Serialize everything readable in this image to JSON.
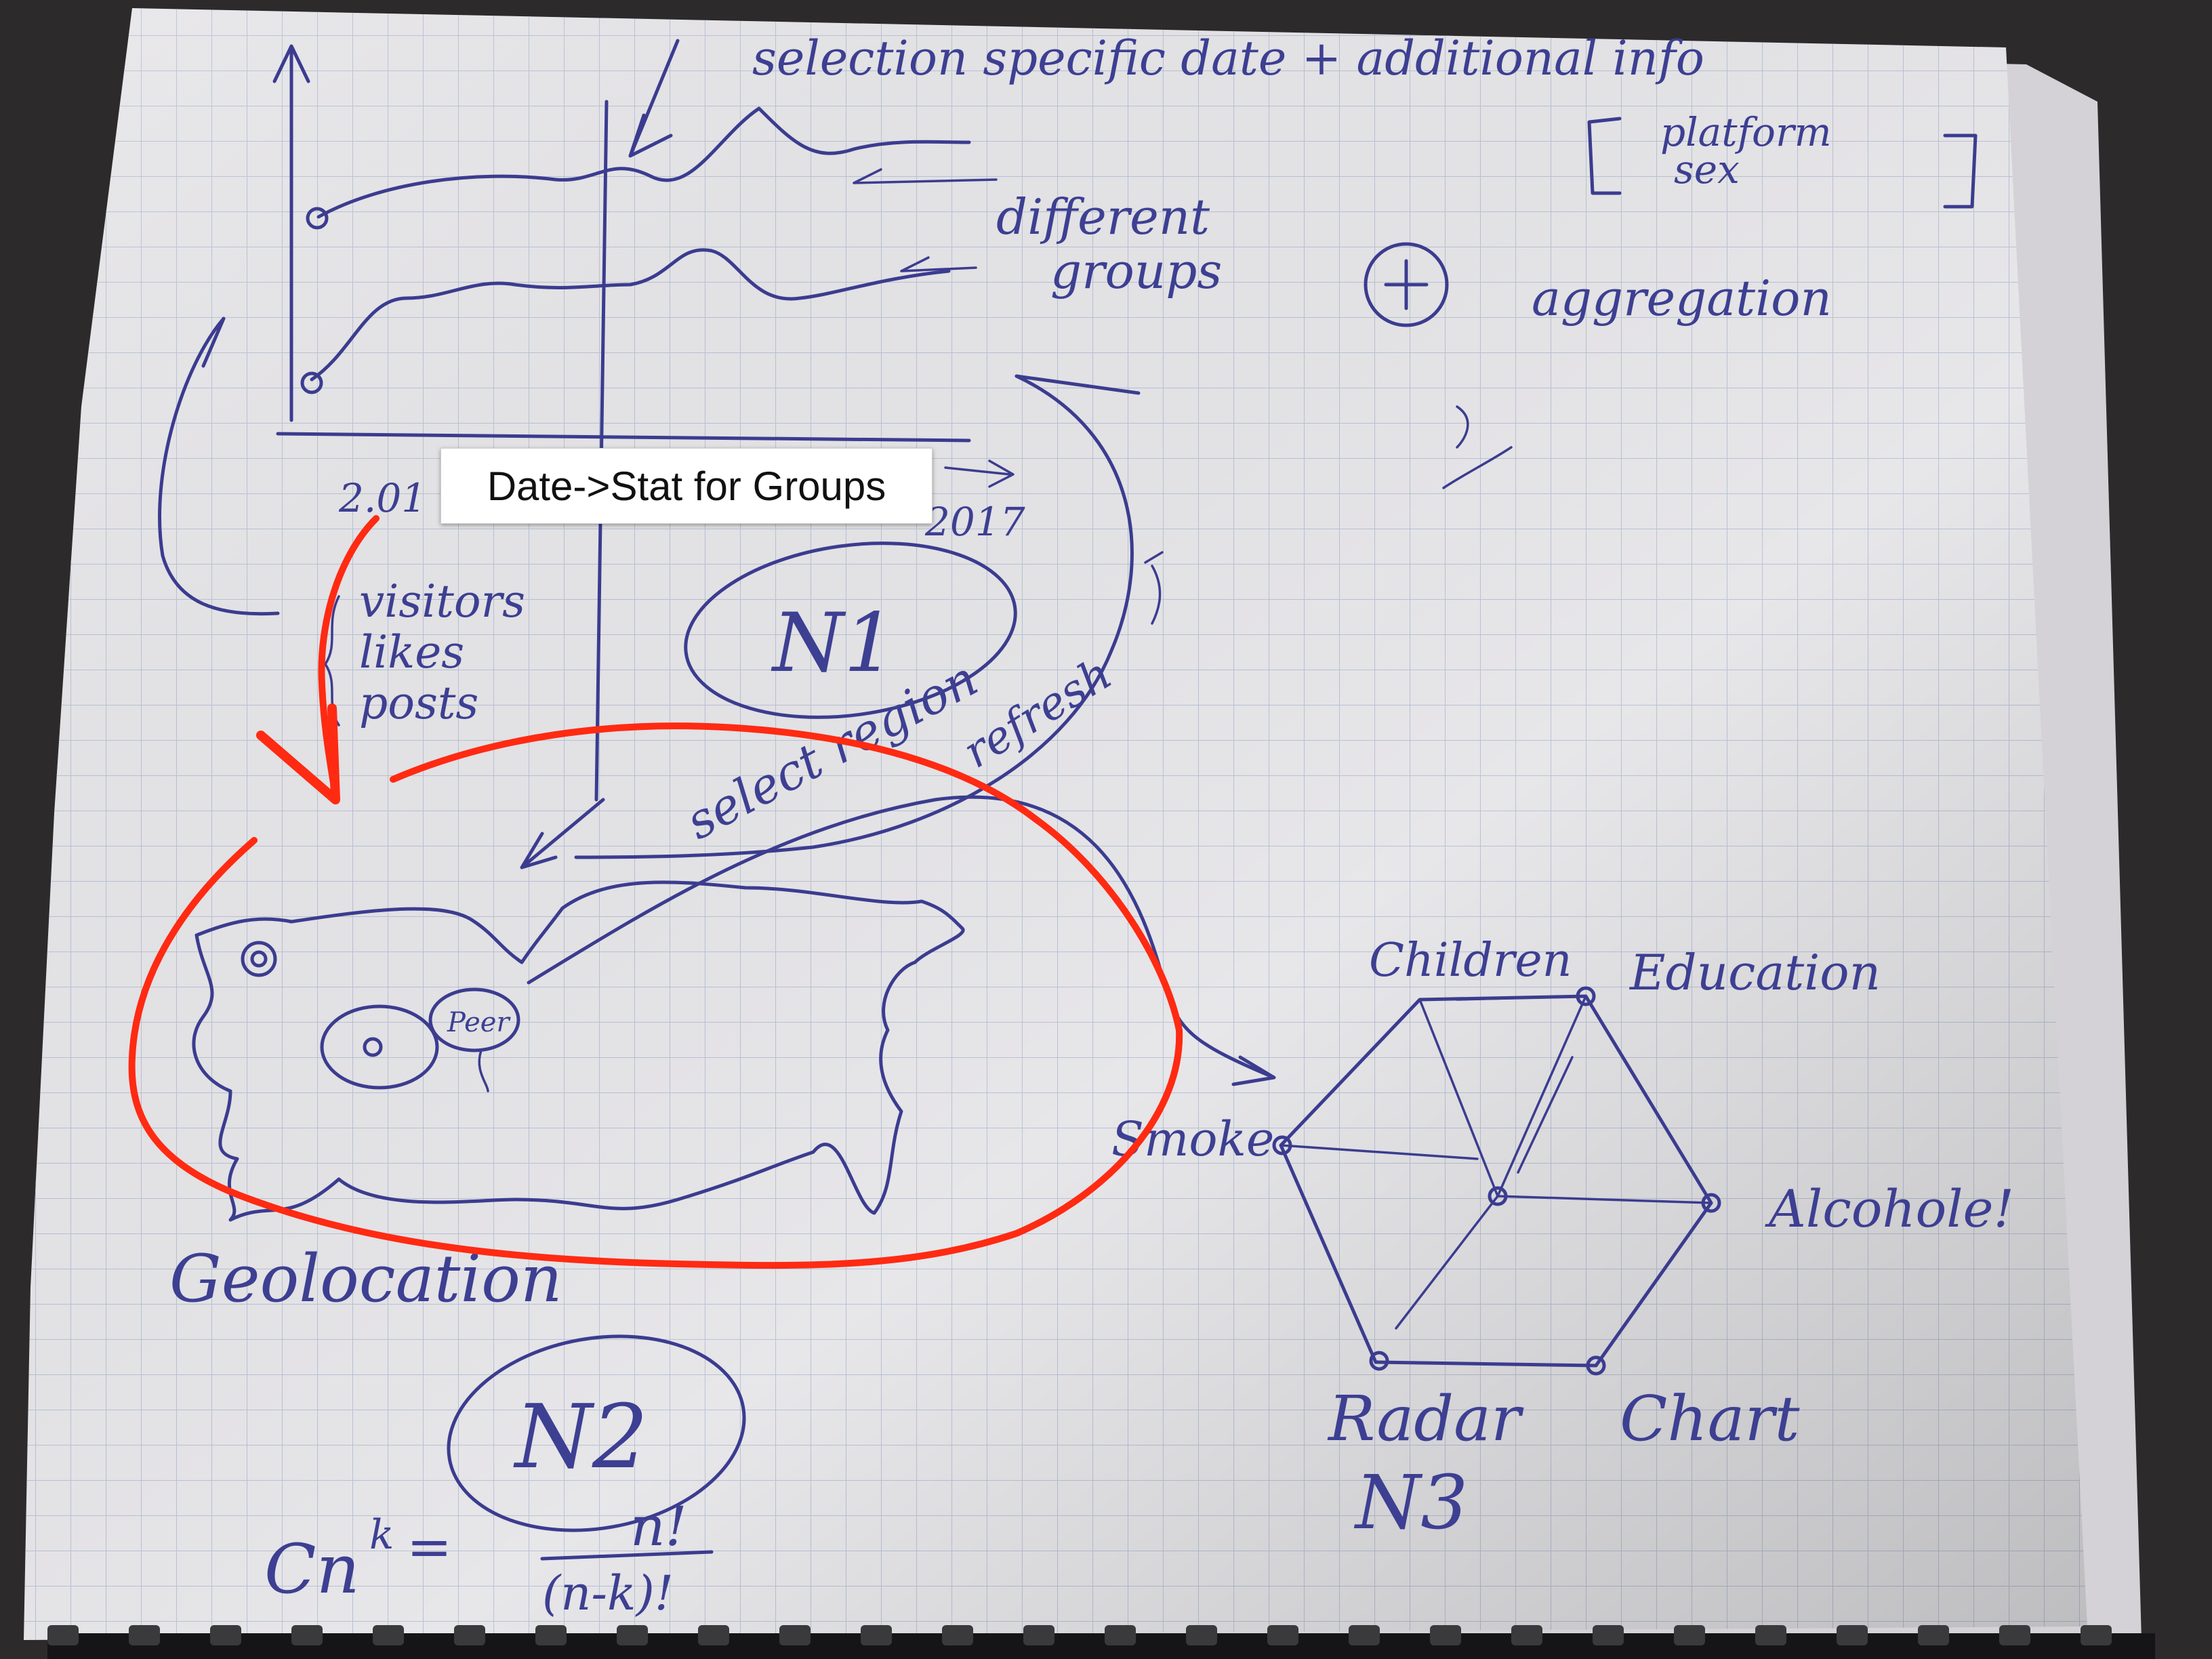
{
  "photo": {
    "description_colors": {
      "paper": "#e6e5e8",
      "grid": "#b9c3d4",
      "ink": "#3b3c8f",
      "annotation": "#ff2a12"
    }
  },
  "annotation": {
    "label": "Date->Stat for Groups",
    "color": "#ff2a12"
  },
  "handwriting": {
    "top_note_1": "selection specific date + additional info",
    "top_note_2": "platform",
    "top_note_3": "sex",
    "different": "different",
    "groups": "groups",
    "aggregation": "aggregation",
    "year_start": "2.01",
    "year_end": "2017",
    "metrics": [
      "visitors",
      "likes",
      "posts"
    ],
    "n1": "N1",
    "select_region": "select region",
    "refresh": "refresh",
    "map_label_small": "Peer",
    "geolocation": "Geolocation",
    "n2": "N2",
    "formula_left": "Cn",
    "formula_sup": "k",
    "formula_eq": "=",
    "formula_num": "n!",
    "formula_den": "(n-k)!",
    "radar_axes": [
      "Children",
      "Education",
      "Alcohole!",
      "Smoke"
    ],
    "radar_title_1": "Radar",
    "radar_title_2": "Chart",
    "n3": "N3"
  }
}
